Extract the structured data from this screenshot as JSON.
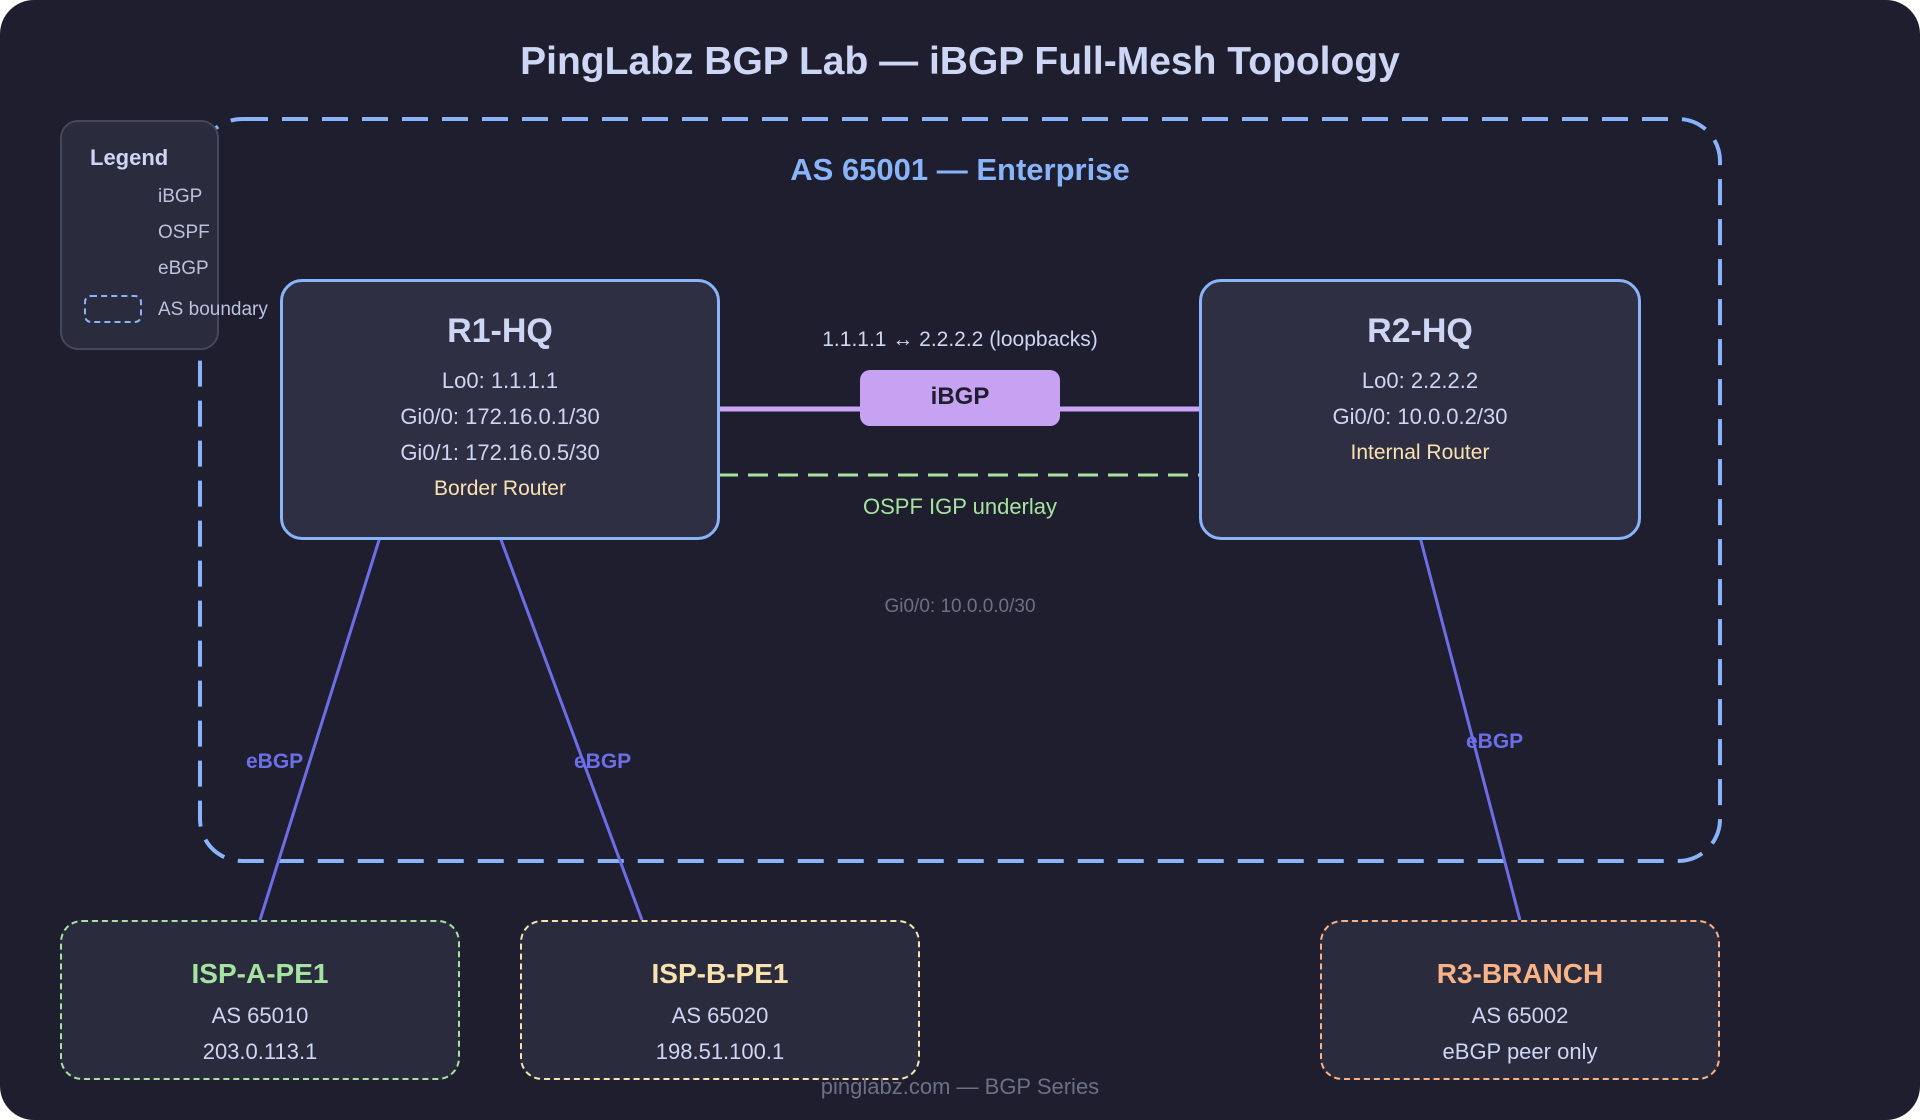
{
  "title": "PingLabz BGP Lab — iBGP Full-Mesh Topology",
  "as_boundary": {
    "label": "AS 65001 — Enterprise"
  },
  "legend": {
    "title": "Legend",
    "items": [
      {
        "label": "iBGP",
        "color": "#cba6f7"
      },
      {
        "label": "OSPF",
        "color": "#a6e3a1"
      },
      {
        "label": "eBGP",
        "color": "#6c6ee8"
      },
      {
        "label": "AS boundary",
        "color": "#89b4fa"
      }
    ]
  },
  "routers": {
    "r1": {
      "name": "R1-HQ",
      "lines": [
        "Lo0: 1.1.1.1",
        "Gi0/0: 172.16.0.1/30",
        "Gi0/1: 172.16.0.5/30"
      ],
      "role": "Border Router"
    },
    "r2": {
      "name": "R2-HQ",
      "lines": [
        "Lo0: 2.2.2.2",
        "Gi0/0: 10.0.0.2/30"
      ],
      "role": "Internal Router"
    }
  },
  "links": {
    "ibgp_caption": "1.1.1.1 ↔ 2.2.2.2 (loopbacks)",
    "ibgp_badge": "iBGP",
    "ospf_caption": "OSPF IGP underlay",
    "r1_interface": "Gi0/0: 10.0.0.0/30",
    "ebgp_label": "eBGP"
  },
  "peers": {
    "isp_a": {
      "name": "ISP-A-PE1",
      "as": "AS 65010",
      "detail": "203.0.113.1",
      "color": "#a6e3a1"
    },
    "isp_b": {
      "name": "ISP-B-PE1",
      "as": "AS 65020",
      "detail": "198.51.100.1",
      "color": "#f9e2af"
    },
    "r3": {
      "name": "R3-BRANCH",
      "as": "AS 65002",
      "detail": "eBGP peer only",
      "color": "#fab387"
    }
  },
  "footer": "pinglabz.com — BGP Series",
  "colors": {
    "background": "#1e1e2e",
    "as_boundary": "#89b4fa",
    "ibgp": "#cba6f7",
    "ospf": "#a6e3a1",
    "ebgp": "#6c6ee8"
  }
}
